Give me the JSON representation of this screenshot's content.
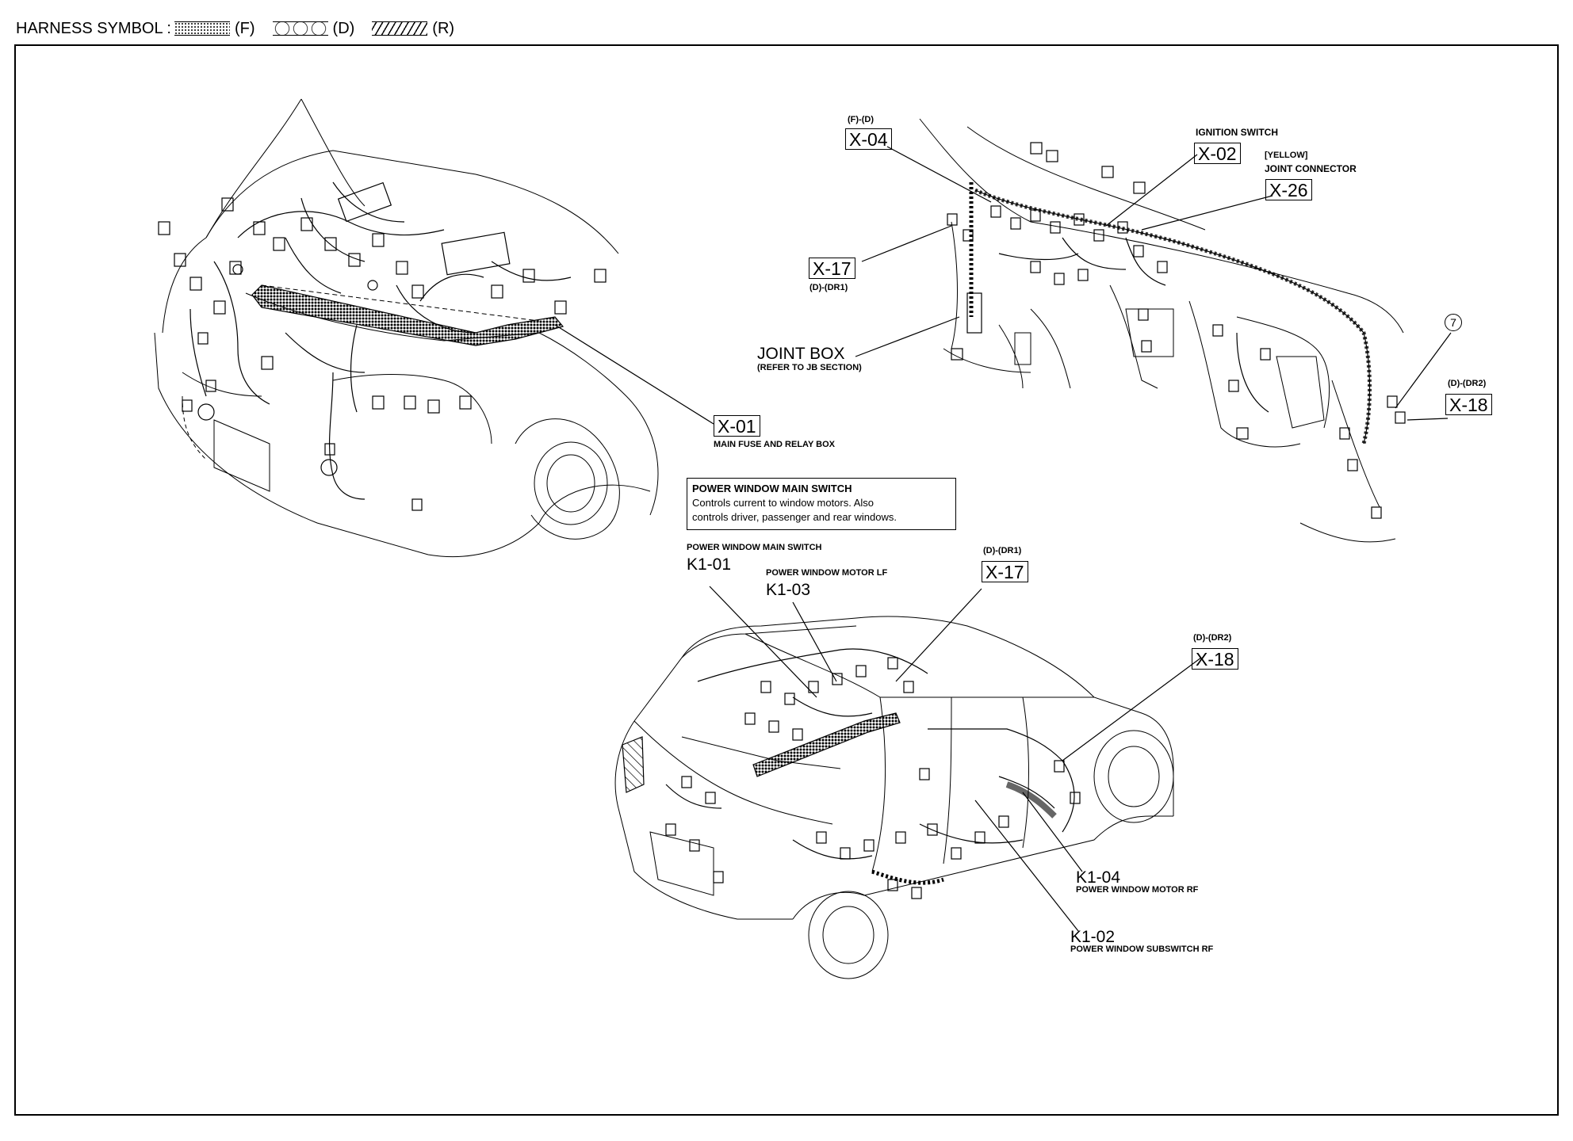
{
  "header": {
    "prefix": "HARNESS SYMBOL :",
    "symbols": [
      {
        "code": "(F)",
        "pattern": "dotted-band"
      },
      {
        "code": "(D)",
        "pattern": "circle-chain"
      },
      {
        "code": "(R)",
        "pattern": "hatched-band"
      }
    ]
  },
  "connectors": {
    "x01": {
      "code": "X-01",
      "desc": "MAIN FUSE AND RELAY BOX"
    },
    "x04": {
      "code": "X-04",
      "tag": "(F)-(D)"
    },
    "x17_dash": {
      "code": "X-17",
      "tag": "(D)-(DR1)"
    },
    "x02": {
      "code": "X-02",
      "desc": "IGNITION SWITCH"
    },
    "x26": {
      "code": "X-26",
      "desc1": "[YELLOW]",
      "desc2": "JOINT CONNECTOR"
    },
    "x18_dash": {
      "code": "X-18",
      "tag": "(D)-(DR2)"
    },
    "ref7": {
      "code": "7"
    },
    "x17_door": {
      "code": "X-17",
      "tag": "(D)-(DR1)"
    },
    "x18_door": {
      "code": "X-18",
      "tag": "(D)-(DR2)"
    },
    "k101": {
      "code": "K1-01",
      "desc": "POWER WINDOW MAIN SWITCH"
    },
    "k103": {
      "code": "K1-03",
      "desc": "POWER WINDOW MOTOR LF"
    },
    "k104": {
      "code": "K1-04",
      "desc": "POWER WINDOW MOTOR RF"
    },
    "k102": {
      "code": "K1-02",
      "desc": "POWER WINDOW SUBSWITCH RF"
    }
  },
  "joint_box": {
    "title": "JOINT BOX",
    "note": "(REFER TO JB SECTION)"
  },
  "note_box": {
    "title": "POWER WINDOW MAIN SWITCH",
    "line1": "Controls current to window motors. Also",
    "line2": "controls driver, passenger and rear windows."
  }
}
